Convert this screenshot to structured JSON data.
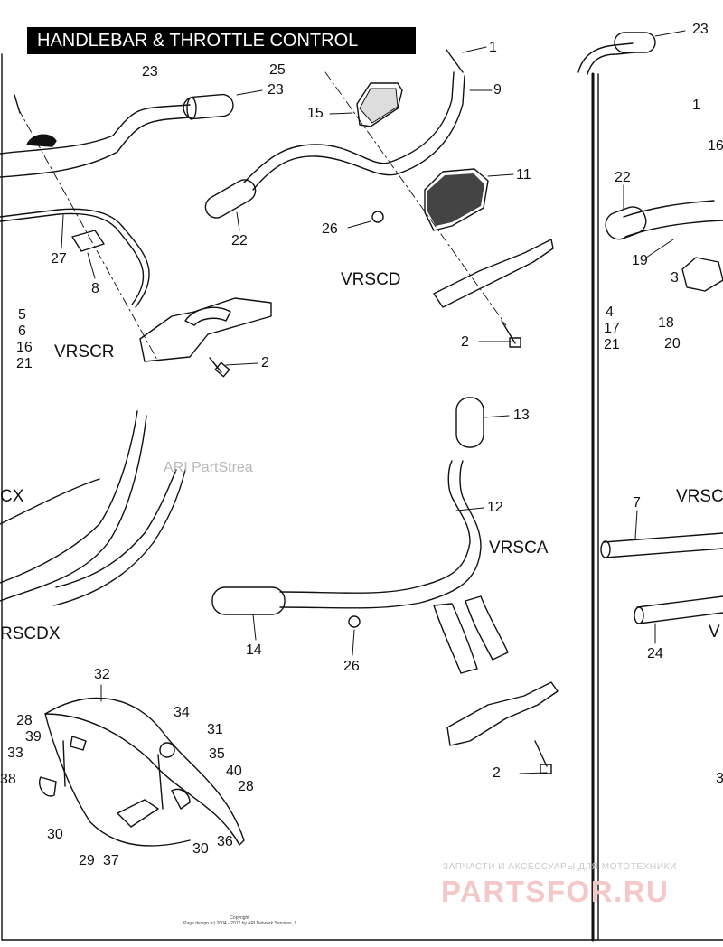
{
  "title": "HANDLEBAR & THROTTLE CONTROL",
  "models": [
    "VRSCD",
    "VRSCR",
    "CX",
    "VRSCA",
    "RSCDX",
    "VRSC",
    "V"
  ],
  "callouts": [
    "23",
    "1",
    "25",
    "23",
    "9",
    "15",
    "11",
    "22",
    "26",
    "27",
    "8",
    "5",
    "6",
    "16",
    "21",
    "2",
    "2",
    "13",
    "12",
    "14",
    "26",
    "32",
    "34",
    "31",
    "35",
    "40",
    "28",
    "28",
    "39",
    "33",
    "38",
    "30",
    "29",
    "37",
    "30",
    "36",
    "2",
    "23",
    "1",
    "16",
    "22",
    "19",
    "3",
    "4",
    "17",
    "21",
    "18",
    "20",
    "7",
    "24",
    "3"
  ],
  "watermark": "ARI PartStrea",
  "copyright": [
    "Copyright",
    "Page design (c) 2004 - 2017 by ARI Network Services, I"
  ],
  "brand": {
    "caption": "ЗАПЧАСТИ И АКСЕССУАРЫ ДЛЯ МОТОТЕХНИКИ",
    "logo": "PARTSFOR.RU"
  },
  "colors": {
    "title_bg": "#000000",
    "title_fg": "#ffffff",
    "line": "#111111",
    "watermark_logo": "#f4c8c8"
  }
}
